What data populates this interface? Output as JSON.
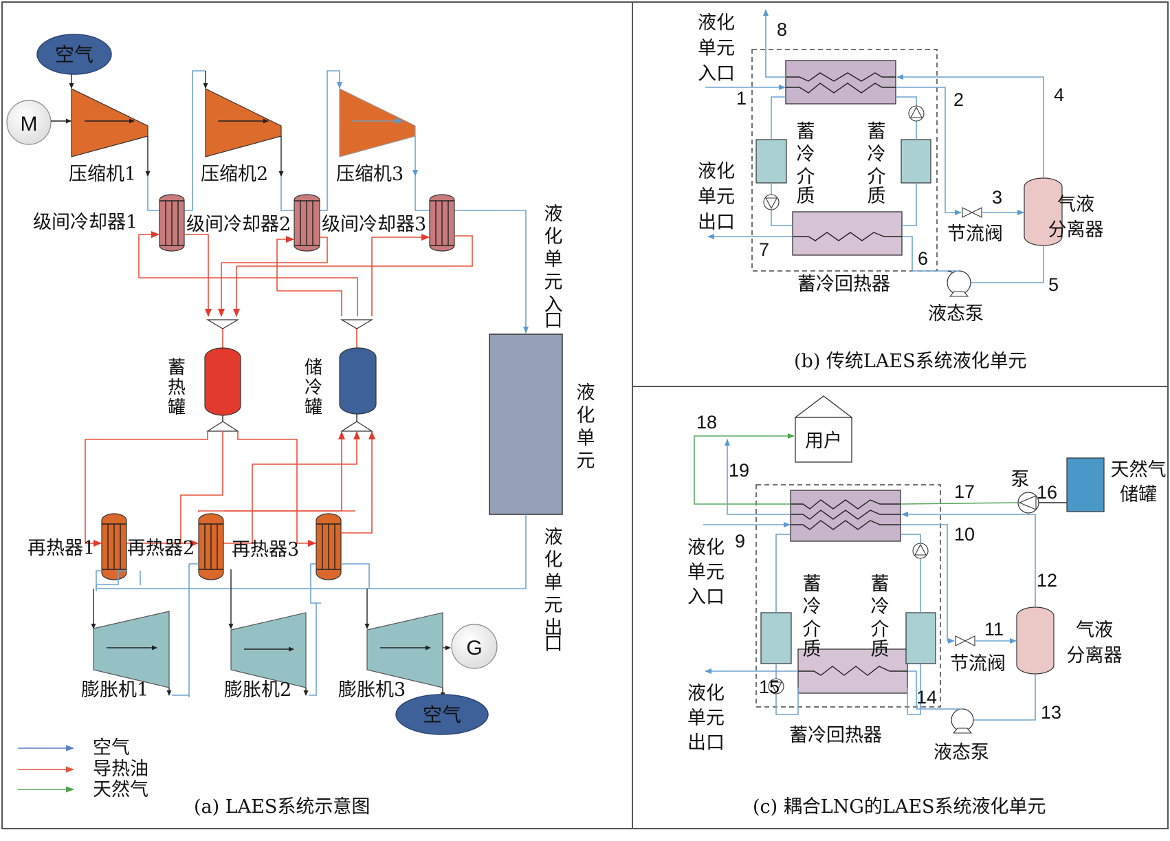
{
  "panels": {
    "a": {
      "caption": "(a) LAES系统示意图",
      "air_source": "空气",
      "air_exhaust": "空气",
      "motor": "M",
      "generator": "G",
      "compressors": [
        "压缩机1",
        "压缩机2",
        "压缩机3"
      ],
      "intercoolers": [
        "级间冷却器1",
        "级间冷却器2",
        "级间冷却器3"
      ],
      "reheaters": [
        "再热器1",
        "再热器2",
        "再热器3"
      ],
      "expanders": [
        "膨胀机1",
        "膨胀机2",
        "膨胀机3"
      ],
      "hot_tank": [
        "蓄",
        "热",
        "罐"
      ],
      "cold_tank": [
        "储",
        "冷",
        "罐"
      ],
      "liquefaction_unit": [
        "液",
        "化",
        "单",
        "元"
      ],
      "liq_inlet": [
        "液",
        "化",
        "单",
        "元",
        "入",
        "口"
      ],
      "liq_outlet": [
        "液",
        "化",
        "单",
        "元",
        "出",
        "口"
      ],
      "legend": [
        {
          "label": "空气",
          "color": "#5b7fc0"
        },
        {
          "label": "导热油",
          "color": "#e8503a"
        },
        {
          "label": "天然气",
          "color": "#5aa860"
        }
      ]
    },
    "b": {
      "caption": "(b) 传统LAES系统液化单元",
      "inlet": [
        "液化",
        "单元",
        "入口"
      ],
      "outlet": [
        "液化",
        "单元",
        "出口"
      ],
      "cold_medium_left": [
        "蓄",
        "冷",
        "介",
        "质"
      ],
      "cold_medium_right": [
        "蓄",
        "冷",
        "介",
        "质"
      ],
      "regenerator": "蓄冷回热器",
      "valve": "节流阀",
      "separator": [
        "气液",
        "分离器"
      ],
      "liquid_pump": "液态泵",
      "streams": [
        "1",
        "2",
        "3",
        "4",
        "5",
        "6",
        "7",
        "8"
      ]
    },
    "c": {
      "caption": "(c) 耦合LNG的LAES系统液化单元",
      "user": "用户",
      "inlet": [
        "液化",
        "单元",
        "入口"
      ],
      "outlet": [
        "液化",
        "单元",
        "出口"
      ],
      "cold_medium_left": [
        "蓄",
        "冷",
        "介",
        "质"
      ],
      "cold_medium_right": [
        "蓄",
        "冷",
        "介",
        "质"
      ],
      "regenerator": "蓄冷回热器",
      "valve": "节流阀",
      "separator": [
        "气液",
        "分离器"
      ],
      "liquid_pump": "液态泵",
      "ng_pump": "泵",
      "ng_tank": [
        "天然气",
        "储罐"
      ],
      "streams": [
        "9",
        "10",
        "11",
        "12",
        "13",
        "14",
        "15",
        "16",
        "17",
        "18",
        "19"
      ]
    }
  },
  "colors": {
    "air_line": "#6ea3cf",
    "oil_line": "#e8503a",
    "ng_line": "#5aa860",
    "compressor": "#dd6b2c",
    "intercooler": "#c97b7b",
    "reheater": "#d9682a",
    "expander": "#95c1c5",
    "hot_tank": "#e23b2e",
    "cold_tank": "#3f619a",
    "air_ellipse": "#3f619a",
    "liq_unit": "#95a1b8",
    "exchanger": "#c8b4cb",
    "cold_storage": "#a9d0d3",
    "separator": "#ebc8c6",
    "ng_tank": "#4a98c8"
  }
}
